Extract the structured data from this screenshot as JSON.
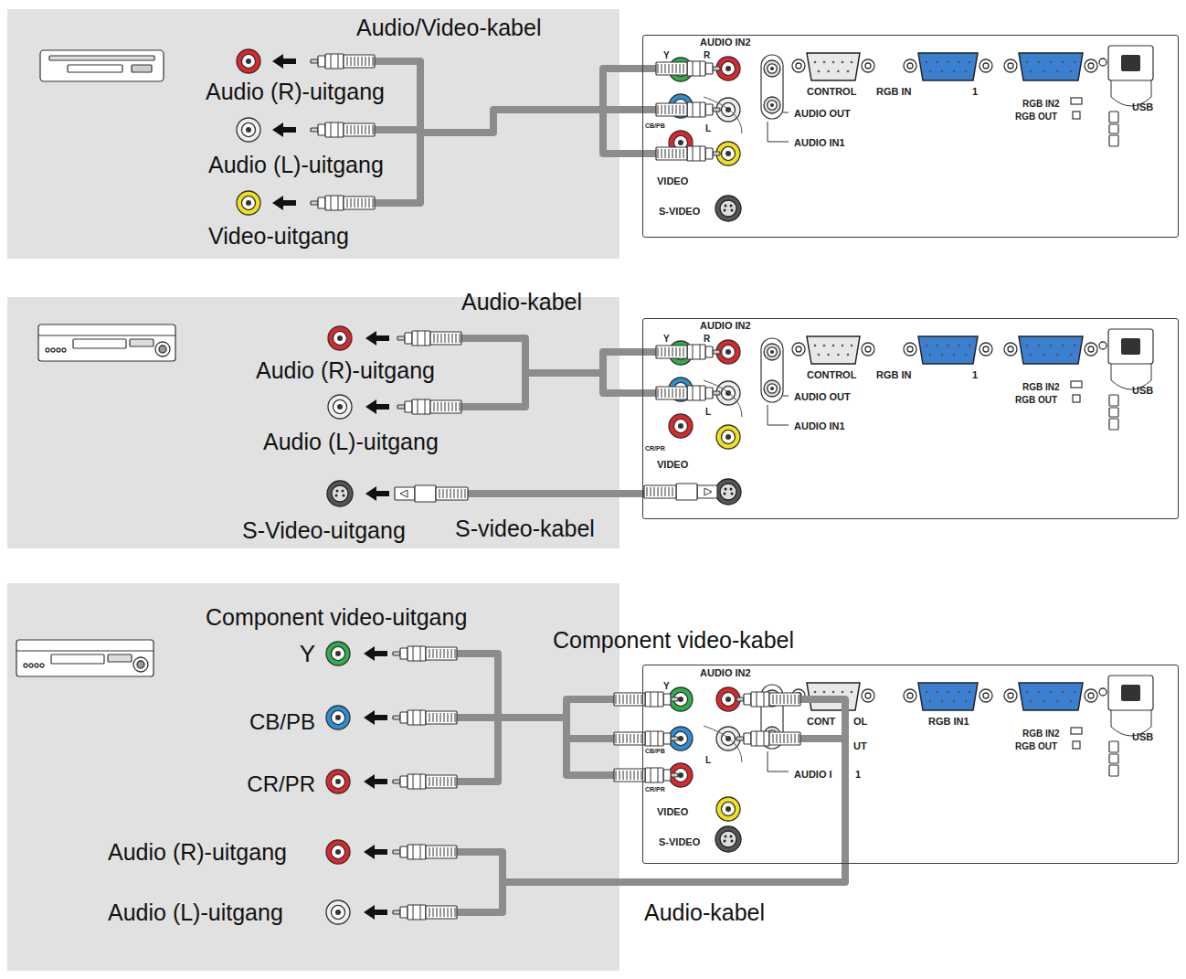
{
  "diagram": {
    "nodes": [
      {
        "text": [
          "AUDIO IN2",
          "Y",
          "R",
          "CB/PB",
          "L",
          "VIDEO",
          "S-VIDEO",
          "CONTROL",
          "RGB IN",
          "1",
          "AUDIO OUT",
          "AUDIO IN1",
          "RGB IN2",
          "RGB OUT",
          "USB"
        ]
      },
      {
        "text": [
          "AUDIO IN2",
          "Y",
          "R",
          "L",
          "CR/PR",
          "VIDEO",
          "CONTROL",
          "RGB IN",
          "1",
          "AUDIO OUT",
          "AUDIO IN1",
          "RGB IN2",
          "RGB OUT",
          "USB"
        ]
      },
      {
        "text": [
          "AUDIO IN2",
          "Y",
          "CB/PB",
          "L",
          "CR/PR",
          "VIDEO",
          "S-VIDEO",
          "CONT",
          "OL",
          "RGB IN1",
          "UT",
          "AUDIO I",
          "1",
          "RGB IN2",
          "RGB OUT",
          "USB"
        ]
      }
    ],
    "labels": [
      "Audio/Video-kabel",
      "Audio (R)-uitgang",
      "Audio (L)-uitgang",
      "Video-uitgang",
      "Audio-kabel",
      "Audio (R)-uitgang",
      "Audio (L)-uitgang",
      "S-Video-uitgang",
      "S-video-kabel",
      "Component video-uitgang",
      "Y",
      "CB/PB",
      "CR/PR",
      "Component video-kabel",
      "Audio (R)-uitgang",
      "Audio (L)-uitgang",
      "Audio-kabel"
    ]
  }
}
